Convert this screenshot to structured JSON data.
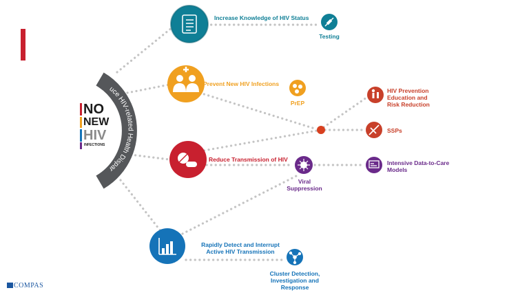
{
  "logo": {
    "line1": "NO",
    "line2": "NEW",
    "line3": "HIV",
    "line4": "INFECTIONS"
  },
  "arc_text": "Reduce HIV-related Health Disparities",
  "goals": [
    {
      "title": "Increase Knowledge of HIV Status",
      "icon": "clipboard-checklist-icon",
      "color": "#0f7f96"
    },
    {
      "title": "Prevent New HIV Infections",
      "icon": "people-medical-cross-icon",
      "color": "#f0a020"
    },
    {
      "title": "Reduce Transmission of HIV",
      "icon": "pills-capsule-icon",
      "color": "#c8202f"
    },
    {
      "title_line1": "Rapidly Detect and Interrupt",
      "title_line2": "Active HIV Transmission",
      "icon": "bar-chart-icon",
      "color": "#1573b8"
    }
  ],
  "strategies": {
    "testing": {
      "label": "Testing",
      "icon": "test-swab-icon",
      "color": "#0f7f96"
    },
    "prep": {
      "label": "PrEP",
      "icon": "pills-icon",
      "color": "#f0a020"
    },
    "prevention_education": {
      "line1": "HIV Prevention",
      "line2": "Education and",
      "line3": "Risk Reduction",
      "icon": "person-bottle-icon",
      "color": "#c8402a"
    },
    "ssps": {
      "label": "SSPs",
      "icon": "syringe-icon",
      "color": "#c8402a"
    },
    "viral_suppression": {
      "line1": "Viral",
      "line2": "Suppression",
      "icon": "virus-icon",
      "color": "#6a2a8a"
    },
    "data_to_care": {
      "line1": "Intensive Data-to-Care",
      "line2": "Models",
      "icon": "monitor-icon",
      "color": "#6a2a8a"
    },
    "cluster": {
      "line1": "Cluster Detection,",
      "line2": "Investigation and",
      "line3": "Response",
      "icon": "network-nodes-icon",
      "color": "#1573b8"
    }
  },
  "footer_logo": "COMPAS",
  "colors": {
    "dots": "#c4c4c4",
    "arc": "#55575a",
    "hub": "#d8401f",
    "accent_bar": "#c8202f"
  }
}
